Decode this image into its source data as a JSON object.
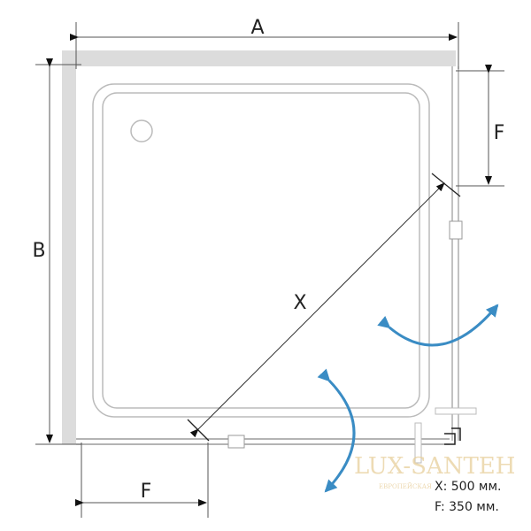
{
  "dimensions": {
    "a": "A",
    "b": "B",
    "x": "X",
    "f_right": "F",
    "f_bottom": "F"
  },
  "specs": {
    "x": "X: 500 мм.",
    "f": "F: 350 мм."
  },
  "watermark": {
    "brand": "LUX-SANTEH",
    "subtitle": "ЕВРОПЕЙСКАЯ"
  },
  "colors": {
    "arrow": "#3a8cc4",
    "wall": "#dcdcdc",
    "line": "#999999"
  }
}
